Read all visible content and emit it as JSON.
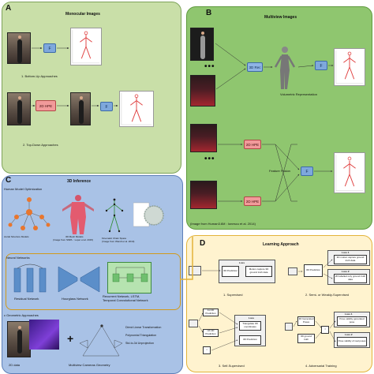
{
  "panelA": {
    "letter": "A",
    "title": "Monocular Images",
    "f_label": "F",
    "hpe_label": "2D HPE",
    "caption1": "1. Bottom-Up Approaches",
    "caption2": "2. Top-Down Approaches"
  },
  "panelB": {
    "letter": "B",
    "title": "Multiview Images",
    "dots": "•••",
    "rec_label": "3D Rec",
    "vol_caption": "Volumetric Representation",
    "hpe_label": "2D HPE",
    "fusion_label": "Feature Fusion",
    "f_label": "F",
    "credit": "(Image from Human3.6M : Ionescu et al. 2014)"
  },
  "panelC": {
    "letter": "C",
    "title": "3D Inference",
    "hmo_label": "Human Model Optimization",
    "pictorial": "ctorial Structure Models",
    "mesh_caption1": "3D Mesh Models",
    "mesh_caption2": "(Image from SMPL : Loper et al. 2015)",
    "kin_caption1": "Kinematic Chain Space",
    "kin_caption2": "(Image from Wandt et al. 2019)",
    "nn_label": "Neural Networks",
    "res_label": "Residual Network",
    "hour_label": "Hourglass Network",
    "rec_label1": "Recurrent Network, LSTM,",
    "rec_label2": "Temporal Convolutional Network",
    "geo_label": "c Geometric Approaches",
    "plus": "+",
    "dlt": "Direct Linear Transformation",
    "poly": "Polynomial Triangulation",
    "unproj": "Std-to-3d Unprojection",
    "data_2d": "2D data",
    "multiview": "Multiview Cameras Geometry"
  },
  "panelD": {
    "letter": "D",
    "title": "Learning Approach",
    "s1": "1. Supervised",
    "s2": "2. Semi- or Weakly-Supervised",
    "s3": "3. Self-Supervised",
    "s4": "4. Adversarial Training",
    "loss": "Loss",
    "loss1": "Loss 1",
    "loss2": "Loss 2",
    "pred": "3D Prediction",
    "mocap": "Motion capture 3D ground truth data",
    "mocap2": "3D motion capture ground truth data",
    "labelled2d": "2D labelled only ground truth data",
    "pred2d_1": "1st 2D Prediction",
    "pred2d_n": "nth 2D Prediction",
    "triang": "Triangulate 3D coordinates",
    "gen_pose": "3D Generated Poses",
    "gt": "3D ground truth",
    "validity_gen": "Pose validity generated pose",
    "validity_real": "Pose validity of real poses",
    "input_i": "I",
    "input_i2": "I"
  }
}
